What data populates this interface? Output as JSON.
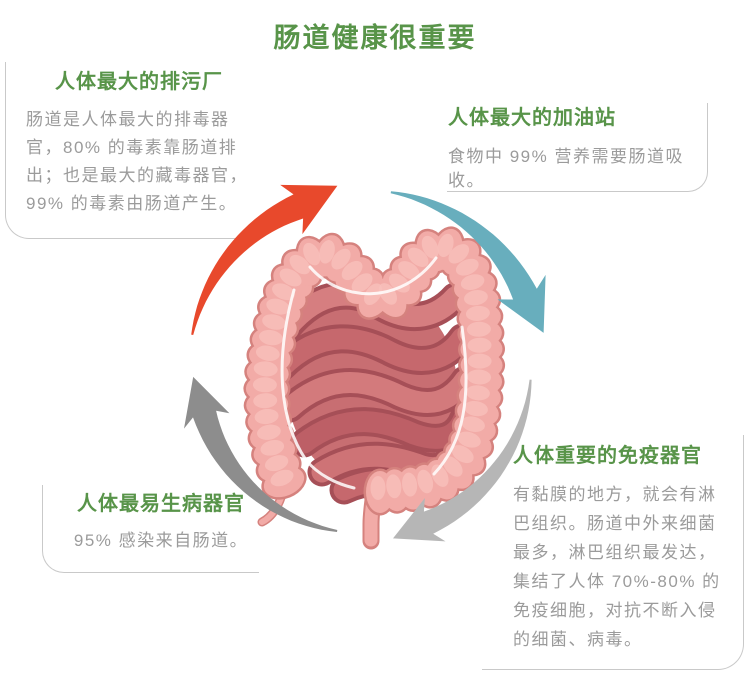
{
  "page": {
    "title": "肠道健康很重要"
  },
  "colors": {
    "background": "#ffffff",
    "title_green": "#589449",
    "body_gray": "#9b9b9b",
    "frame_border": "#c9c9c9"
  },
  "sections": {
    "top_left": {
      "title": "人体最大的排污厂",
      "body": "肠道是人体最大的排毒器\n官，80% 的毒素靠肠道排\n出；也是最大的藏毒器官，\n99% 的毒素由肠道产生。"
    },
    "top_right": {
      "title": "人体最大的加油站",
      "body": "食物中 99% 营养需要肠道吸收。"
    },
    "bottom_left": {
      "title": "人体最易生病器官",
      "body": "95% 感染来自肠道。"
    },
    "bottom_right": {
      "title": "人体重要的免疫器官",
      "body": "有黏膜的地方，就会有淋\n巴组织。肠道中外来细菌\n最多，淋巴组织最发达，\n集结了人体 70%-80% 的\n免疫细胞，对抗不断入侵\n的细菌、病毒。"
    }
  },
  "arrows": [
    {
      "name": "arrow-top-left-red",
      "color": "#e8492c"
    },
    {
      "name": "arrow-top-right-teal",
      "color": "#68aebd"
    },
    {
      "name": "arrow-bottom-right-gray",
      "color": "#b6b6b6"
    },
    {
      "name": "arrow-bottom-left-gray",
      "color": "#8d8d8d"
    }
  ],
  "illustration": {
    "name": "intestines-illustration",
    "colors": {
      "colon_fill": "#f2aba7",
      "colon_outline": "#d5827e",
      "colon_highlight": "#f7c0bc",
      "small_intestine_fill": "#c86e72",
      "small_intestine_dark": "#a64f57",
      "coil_shades": [
        "#d67e80",
        "#c6686d",
        "#d37a7c",
        "#bd5f66",
        "#ce7376",
        "#c6686d"
      ],
      "mesentery_line": "#ffffff"
    }
  }
}
